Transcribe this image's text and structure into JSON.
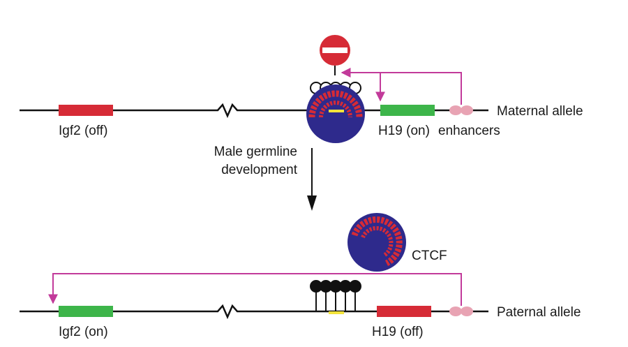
{
  "labels": {
    "maternal_allele": "Maternal allele",
    "paternal_allele": "Paternal allele",
    "igf2_off": "Igf2 (off)",
    "igf2_on": "Igf2 (on)",
    "h19_on": "H19 (on)",
    "h19_off": "H19 (off)",
    "enhancers": "enhancers",
    "transition_line1": "Male germline",
    "transition_line2": "development",
    "ctcf": "CTCF"
  },
  "colors": {
    "gene_on": "#3db54a",
    "gene_off": "#d62b36",
    "ctcf_body": "#2e2a8c",
    "ctcf_beads": "#d62b36",
    "enhancer": "#e8a3b3",
    "arrow": "#c23a9a",
    "dna": "#111111",
    "icr_mark": "#f2e33a"
  },
  "icons": {
    "block": "no-entry-icon",
    "unmethylated": "open-lollipop-icon",
    "methylated": "filled-lollipop-icon"
  }
}
